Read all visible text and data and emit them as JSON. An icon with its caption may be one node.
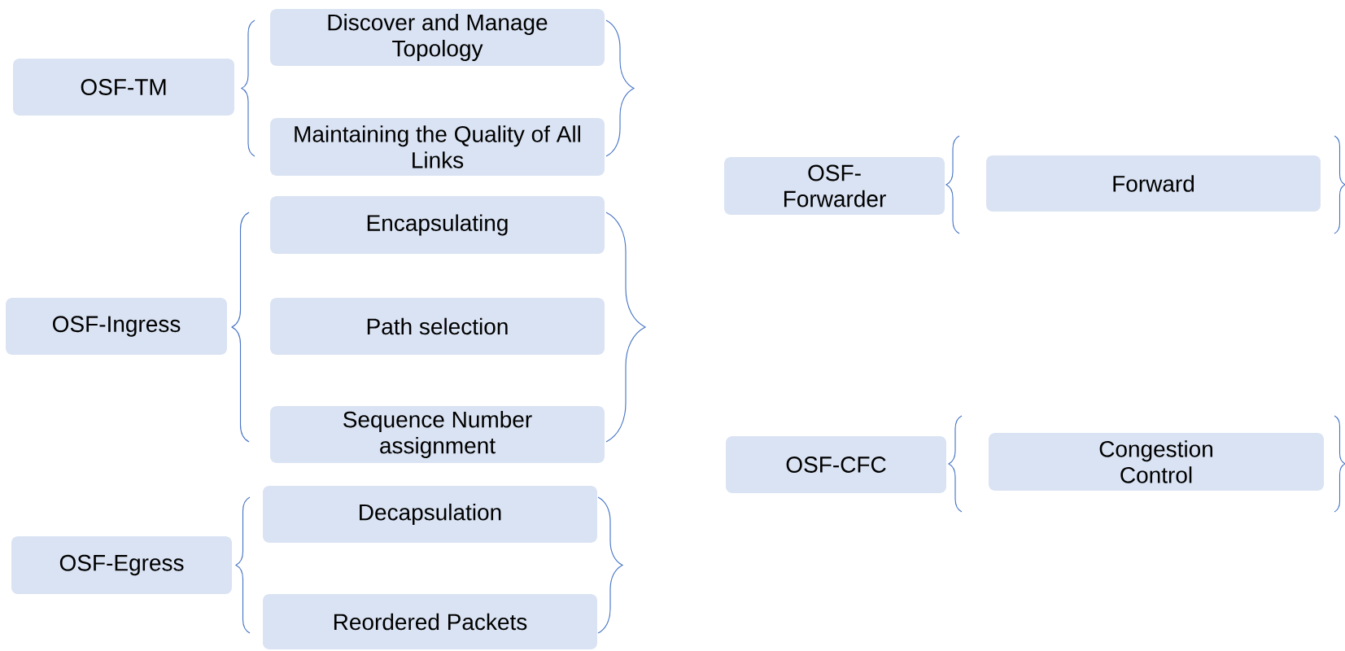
{
  "diagram": {
    "nodes": [
      {
        "text": [
          "OSF-TM"
        ]
      },
      {
        "text": [
          "Discover and Manage Topology"
        ]
      },
      {
        "text": [
          "Maintaining the Quality of All Links"
        ]
      },
      {
        "text": [
          "OSF-Ingress"
        ]
      },
      {
        "text": [
          "Encapsulating"
        ]
      },
      {
        "text": [
          "Path selection"
        ]
      },
      {
        "text": [
          "Sequence Number assignment"
        ]
      },
      {
        "text": [
          "OSF-Egress"
        ]
      },
      {
        "text": [
          "Decapsulation"
        ]
      },
      {
        "text": [
          "Reordered Packets"
        ]
      },
      {
        "text": [
          "OSF-Forwarder"
        ]
      },
      {
        "text": [
          "Forward"
        ]
      },
      {
        "text": [
          "OSF-CFC"
        ]
      },
      {
        "text": [
          "Congestion Control"
        ]
      }
    ]
  }
}
